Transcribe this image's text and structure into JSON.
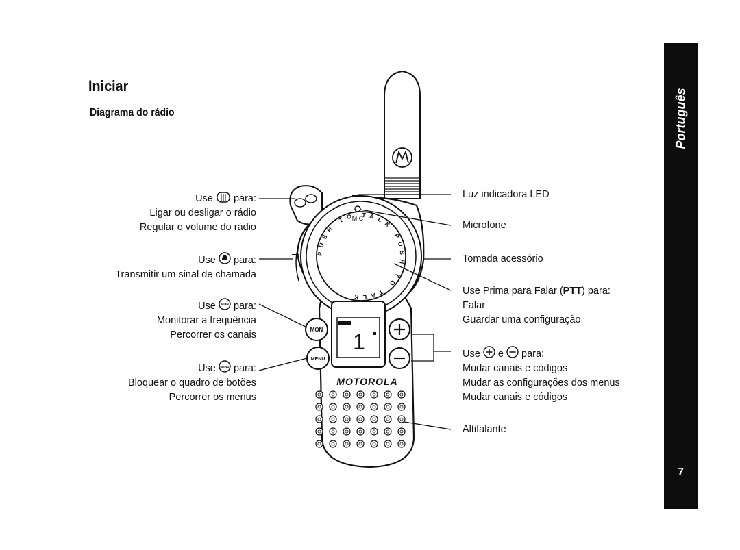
{
  "page": {
    "title": "Iniciar",
    "subtitle": "Diagrama do rádio",
    "side_tab": "Português",
    "page_number": "7"
  },
  "left_labels": {
    "knob": {
      "use": "Use",
      "para": "para:",
      "lines": [
        "Ligar ou desligar o rádio",
        "Regular o volume do rádio"
      ],
      "icon": "volume-knob-icon"
    },
    "call": {
      "use": "Use",
      "para": "para:",
      "lines": [
        "Transmitir um sinal de chamada"
      ],
      "icon": "call-bell-icon"
    },
    "mon": {
      "use": "Use",
      "para": "para:",
      "lines": [
        "Monitorar a frequência",
        "Percorrer os canais"
      ],
      "icon": "mon-button-icon",
      "icon_text": "MON"
    },
    "menu": {
      "use": "Use",
      "para": "para:",
      "lines": [
        "Bloquear o quadro de botões",
        "Percorrer os menus"
      ],
      "icon": "menu-button-icon",
      "icon_text": "MENU"
    }
  },
  "right_labels": {
    "led": "Luz indicadora LED",
    "mic": "Microfone",
    "jack": "Tomada acessório",
    "ptt": {
      "prefix": "Use Prima para Falar (",
      "bold": "PTT",
      "suffix": ") para:",
      "lines": [
        "Falar",
        "Guardar uma configuração"
      ]
    },
    "plusminus": {
      "use": "Use",
      "e": "e",
      "para": "para:",
      "lines": [
        "Mudar canais e códigos",
        "Mudar as configurações dos menus",
        "Mudar canais e códigos"
      ]
    },
    "speaker": "Altifalante"
  },
  "radio": {
    "brand": "MOTOROLA",
    "mic_label": "MIC",
    "ptt_ring_text": "PUSH TO TALK PUSH TO TALK",
    "display_channel": "1",
    "mon_label": "MON",
    "menu_label": "MENU"
  }
}
